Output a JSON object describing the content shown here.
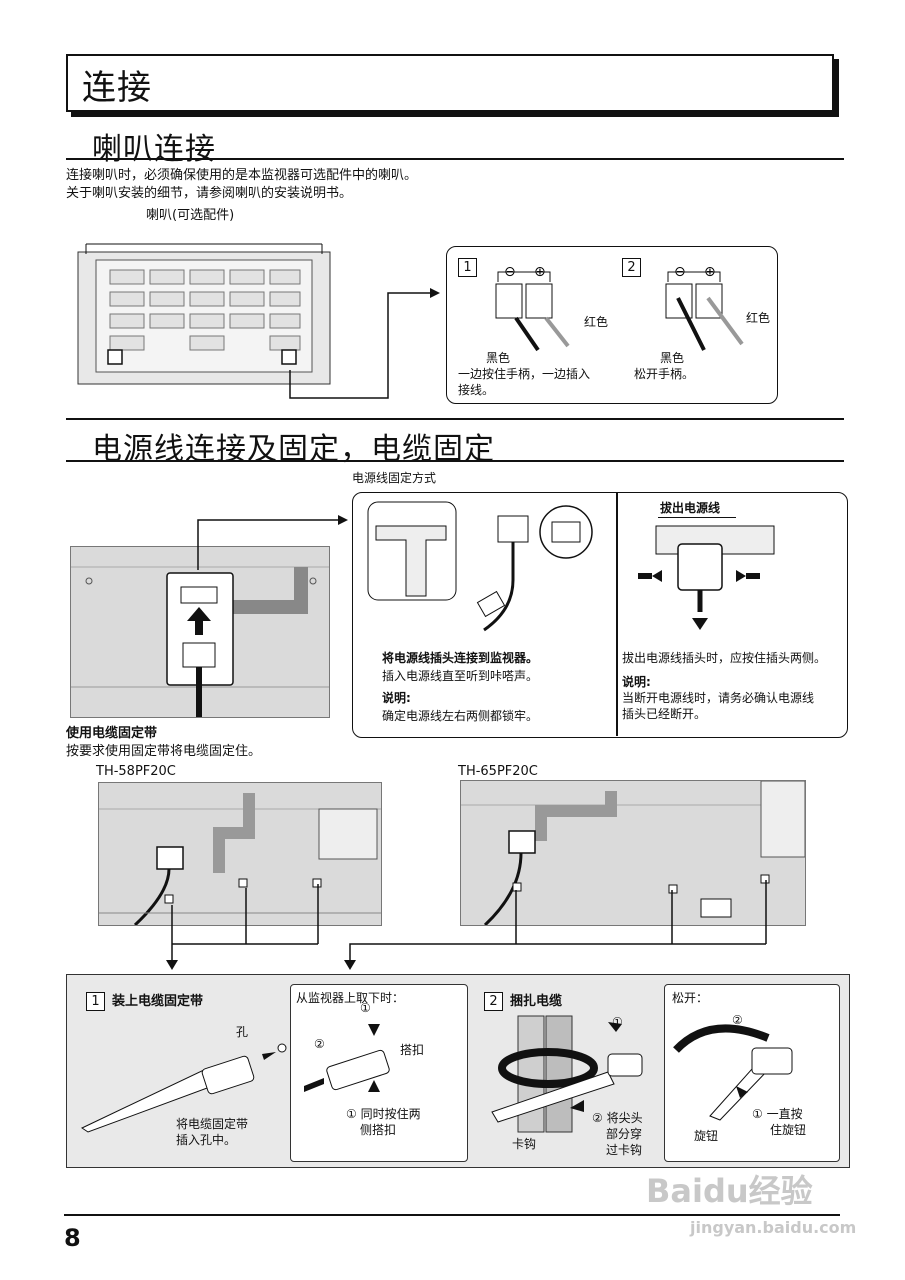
{
  "header": {
    "title": "连接"
  },
  "speaker_section": {
    "title": "喇叭连接",
    "intro_line1": "连接喇叭时，必须确保使用的是本监视器可选配件中的喇叭。",
    "intro_line2": "关于喇叭安装的细节，请参阅喇叭的安装说明书。",
    "speaker_label": "喇叭(可选配件)",
    "step1": {
      "number": "1",
      "red": "红色",
      "black": "黑色",
      "desc_line1": "一边按住手柄，一边插入",
      "desc_line2": "接线。"
    },
    "step2": {
      "number": "2",
      "red": "红色",
      "black": "黑色",
      "desc": "松开手柄。"
    }
  },
  "power_section": {
    "title": "电源线连接及固定，电缆固定",
    "fix_method_label": "电源线固定方式",
    "connect_bold": "将电源线插头连接到监视器。",
    "connect_desc": "插入电源线直至听到咔嗒声。",
    "note_label": "说明:",
    "note_desc": "确定电源线左右两侧都锁牢。",
    "unplug_title": "拔出电源线",
    "unplug_desc": "拔出电源线插头时，应按住插头两侧。",
    "unplug_note_label": "说明:",
    "unplug_note_line1": "当断开电源线时，请务必确认电源线",
    "unplug_note_line2": "插头已经断开。"
  },
  "band_section": {
    "title": "使用电缆固定带",
    "desc": "按要求使用固定带将电缆固定住。",
    "model_a": "TH-58PF20C",
    "model_b": "TH-65PF20C",
    "step1": {
      "number": "1",
      "title": "装上电缆固定带",
      "hole": "孔",
      "insert_line1": "将电缆固定带",
      "insert_line2": "插入孔中。"
    },
    "remove": {
      "title": "从监视器上取下时：",
      "clasp": "搭扣",
      "hold_line1": "① 同时按住两",
      "hold_line2": "侧搭扣",
      "circ1": "①",
      "circ2": "②"
    },
    "step2": {
      "number": "2",
      "title": "捆扎电缆",
      "hook": "卡钩",
      "tip_line1": "② 将尖头",
      "tip_line2": "部分穿",
      "tip_line3": "过卡钩",
      "circ1": "①"
    },
    "release": {
      "title": "松开：",
      "knob": "旋钮",
      "hold_line1": "① 一直按",
      "hold_line2": "住旋钮",
      "circ2": "②"
    }
  },
  "footer": {
    "page_number": "8",
    "watermark_brand": "Baidu经验",
    "watermark_url": "jingyan.baidu.com"
  },
  "colors": {
    "ink": "#111111",
    "photo_bg": "#d9d9d9",
    "panel_bg": "#e9e9e9"
  }
}
